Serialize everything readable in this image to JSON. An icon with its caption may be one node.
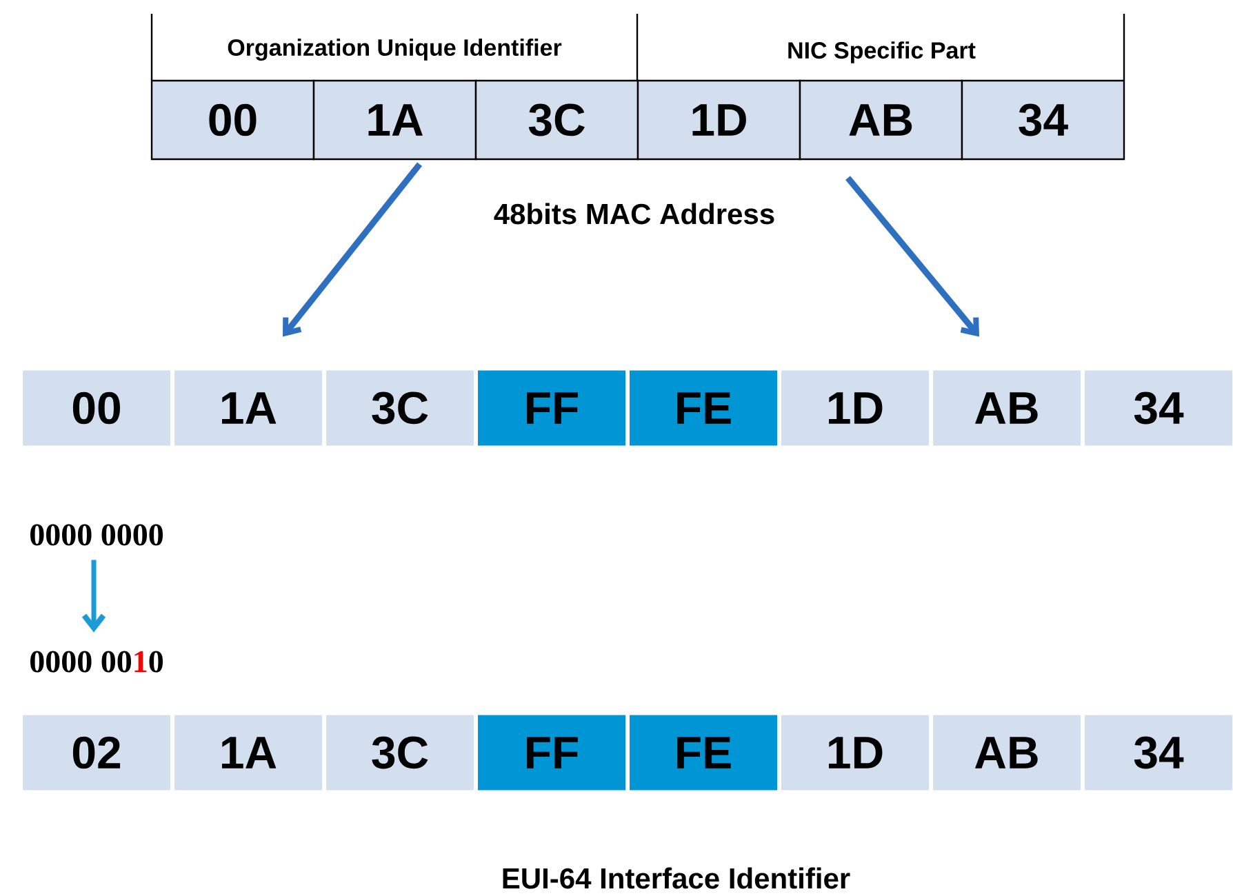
{
  "diagram": {
    "nodes": [
      {
        "text": [
          "Organization Unique Identifier"
        ]
      },
      {
        "text": [
          "NIC Specific Part"
        ]
      },
      {
        "text": [
          "00"
        ]
      },
      {
        "text": [
          "1A"
        ]
      },
      {
        "text": [
          "3C"
        ]
      },
      {
        "text": [
          "1D"
        ]
      },
      {
        "text": [
          "AB"
        ]
      },
      {
        "text": [
          "34"
        ]
      },
      {
        "text": [
          "00"
        ]
      },
      {
        "text": [
          "1A"
        ]
      },
      {
        "text": [
          "3C"
        ]
      },
      {
        "text": [
          "FF"
        ]
      },
      {
        "text": [
          "FE"
        ]
      },
      {
        "text": [
          "1D"
        ]
      },
      {
        "text": [
          "AB"
        ]
      },
      {
        "text": [
          "34"
        ]
      },
      {
        "text": [
          "0000 0000"
        ]
      },
      {
        "text": [
          "0000 00",
          "1",
          "0"
        ]
      },
      {
        "text": [
          "02"
        ]
      },
      {
        "text": [
          "1A"
        ]
      },
      {
        "text": [
          "3C"
        ]
      },
      {
        "text": [
          "FF"
        ]
      },
      {
        "text": [
          "FE"
        ]
      },
      {
        "text": [
          "1D"
        ]
      },
      {
        "text": [
          "AB"
        ]
      },
      {
        "text": [
          "34"
        ]
      }
    ],
    "edges": [
      {
        "from": 3,
        "to": 9,
        "arrow": "to"
      },
      {
        "from": 6,
        "to": 14,
        "arrow": "to"
      },
      {
        "from": 16,
        "to": 17,
        "arrow": "to",
        "color": "#1a9ad6"
      }
    ],
    "labels": [
      "48bits MAC Address",
      "EUI-64 Interface Identifier"
    ]
  }
}
